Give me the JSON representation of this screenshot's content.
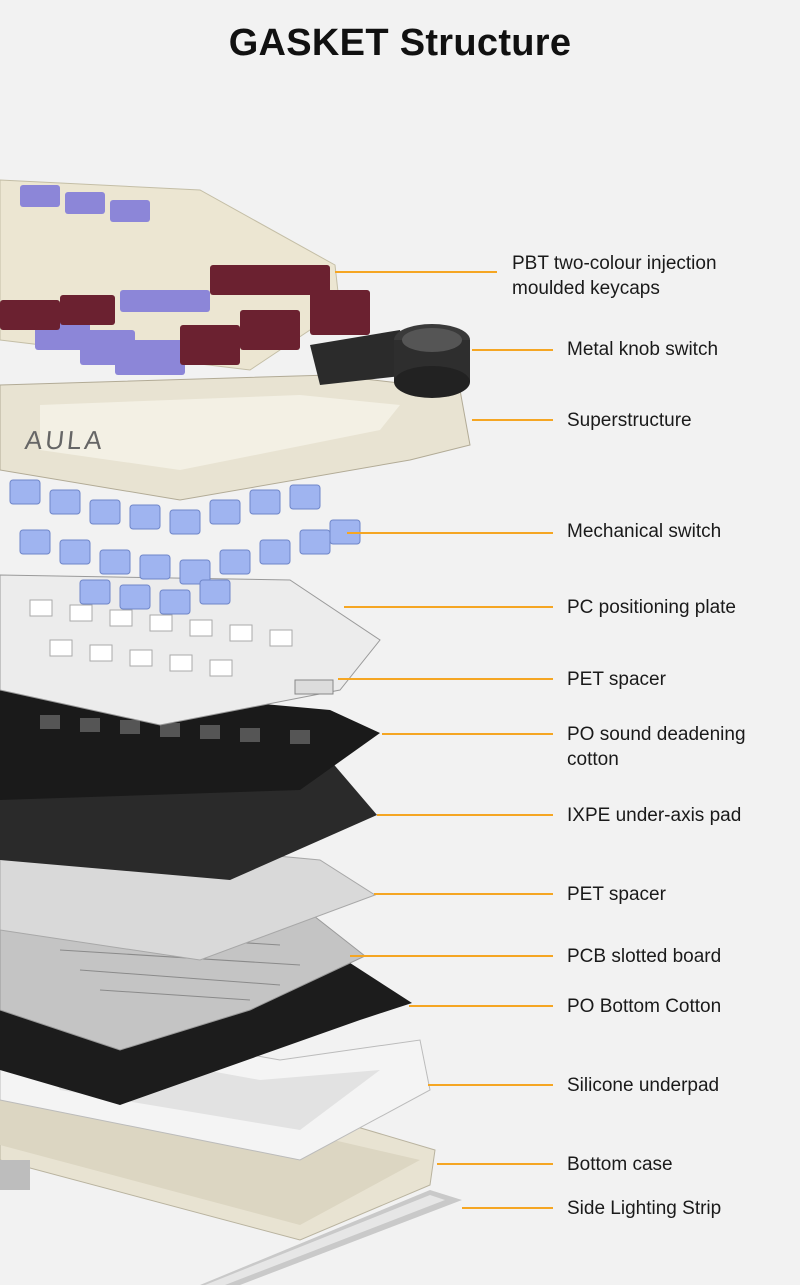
{
  "title": "GASKET Structure",
  "brand": "AULA",
  "colors": {
    "leader_line": "#f5a623",
    "keycap_cream": "#ece6d2",
    "keycap_purple": "#8c86d8",
    "keycap_maroon": "#6b2130",
    "switch_blue": "#9fb4f0",
    "plate_metal": "#d6d6d6",
    "foam_black": "#1e1e1e",
    "case_cream": "#e8e3d2"
  },
  "labels": [
    {
      "id": "keycaps",
      "lines": [
        "PBT two-colour injection",
        "moulded keycaps"
      ]
    },
    {
      "id": "knob",
      "lines": [
        "Metal knob switch"
      ]
    },
    {
      "id": "superstructure",
      "lines": [
        "Superstructure"
      ]
    },
    {
      "id": "switch",
      "lines": [
        "Mechanical switch"
      ]
    },
    {
      "id": "pc-plate",
      "lines": [
        "PC positioning plate"
      ]
    },
    {
      "id": "pet-spacer-1",
      "lines": [
        "PET spacer"
      ]
    },
    {
      "id": "po-cotton",
      "lines": [
        "PO sound deadening",
        "cotton"
      ]
    },
    {
      "id": "ixpe-pad",
      "lines": [
        "IXPE under-axis pad"
      ]
    },
    {
      "id": "pet-spacer-2",
      "lines": [
        "PET spacer"
      ]
    },
    {
      "id": "pcb",
      "lines": [
        "PCB slotted board"
      ]
    },
    {
      "id": "po-bottom",
      "lines": [
        "PO Bottom Cotton"
      ]
    },
    {
      "id": "silicone",
      "lines": [
        "Silicone underpad"
      ]
    },
    {
      "id": "bottom-case",
      "lines": [
        "Bottom case"
      ]
    },
    {
      "id": "light-strip",
      "lines": [
        "Side Lighting Strip"
      ]
    }
  ]
}
